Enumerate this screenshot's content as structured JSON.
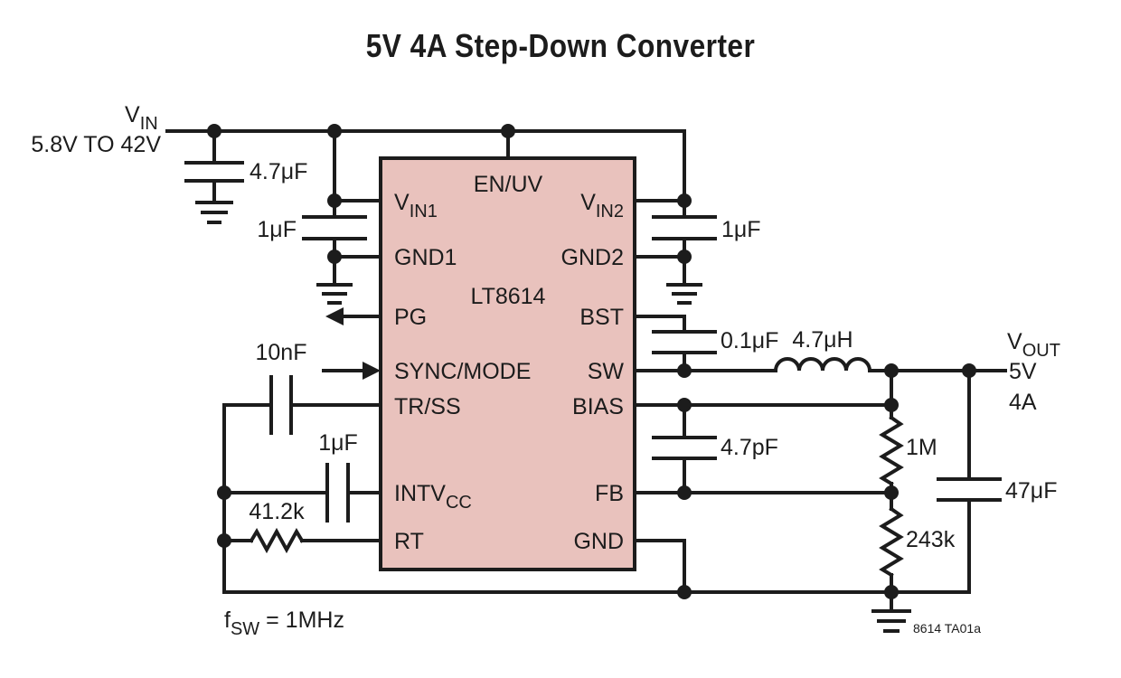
{
  "title": "5V 4A Step-Down Converter",
  "colors": {
    "ic_fill": "#e9c2bd",
    "ink": "#1c1c1c"
  },
  "ic": {
    "part": "LT8614",
    "pins": {
      "en_uv": "EN/UV",
      "vin1": {
        "main": "V",
        "sub": "IN1"
      },
      "vin2": {
        "main": "V",
        "sub": "IN2"
      },
      "gnd1": "GND1",
      "gnd2": "GND2",
      "pg": "PG",
      "bst": "BST",
      "sync_mode": "SYNC/MODE",
      "sw": "SW",
      "tr_ss": "TR/SS",
      "bias": "BIAS",
      "intvcc": {
        "main": "INTV",
        "sub": "CC"
      },
      "fb": "FB",
      "rt": "RT",
      "gnd": "GND"
    }
  },
  "input": {
    "name": {
      "main": "V",
      "sub": "IN"
    },
    "range": "5.8V TO 42V"
  },
  "output": {
    "name": {
      "main": "V",
      "sub": "OUT"
    },
    "voltage": "5V",
    "current": "4A"
  },
  "components": {
    "c_in": "4.7μF",
    "c_vin1": "1μF",
    "c_vin2": "1μF",
    "c_bst": "0.1μF",
    "inductor": "4.7μH",
    "c_ff": "4.7pF",
    "r_top": "1M",
    "r_bottom": "243k",
    "c_out": "47μF",
    "c_ss": "10nF",
    "c_intvcc": "1μF",
    "r_rt": "41.2k"
  },
  "fsw": {
    "main": "f",
    "sub": "SW",
    "value": " = 1MHz"
  },
  "figure_id": "8614 TA01a"
}
